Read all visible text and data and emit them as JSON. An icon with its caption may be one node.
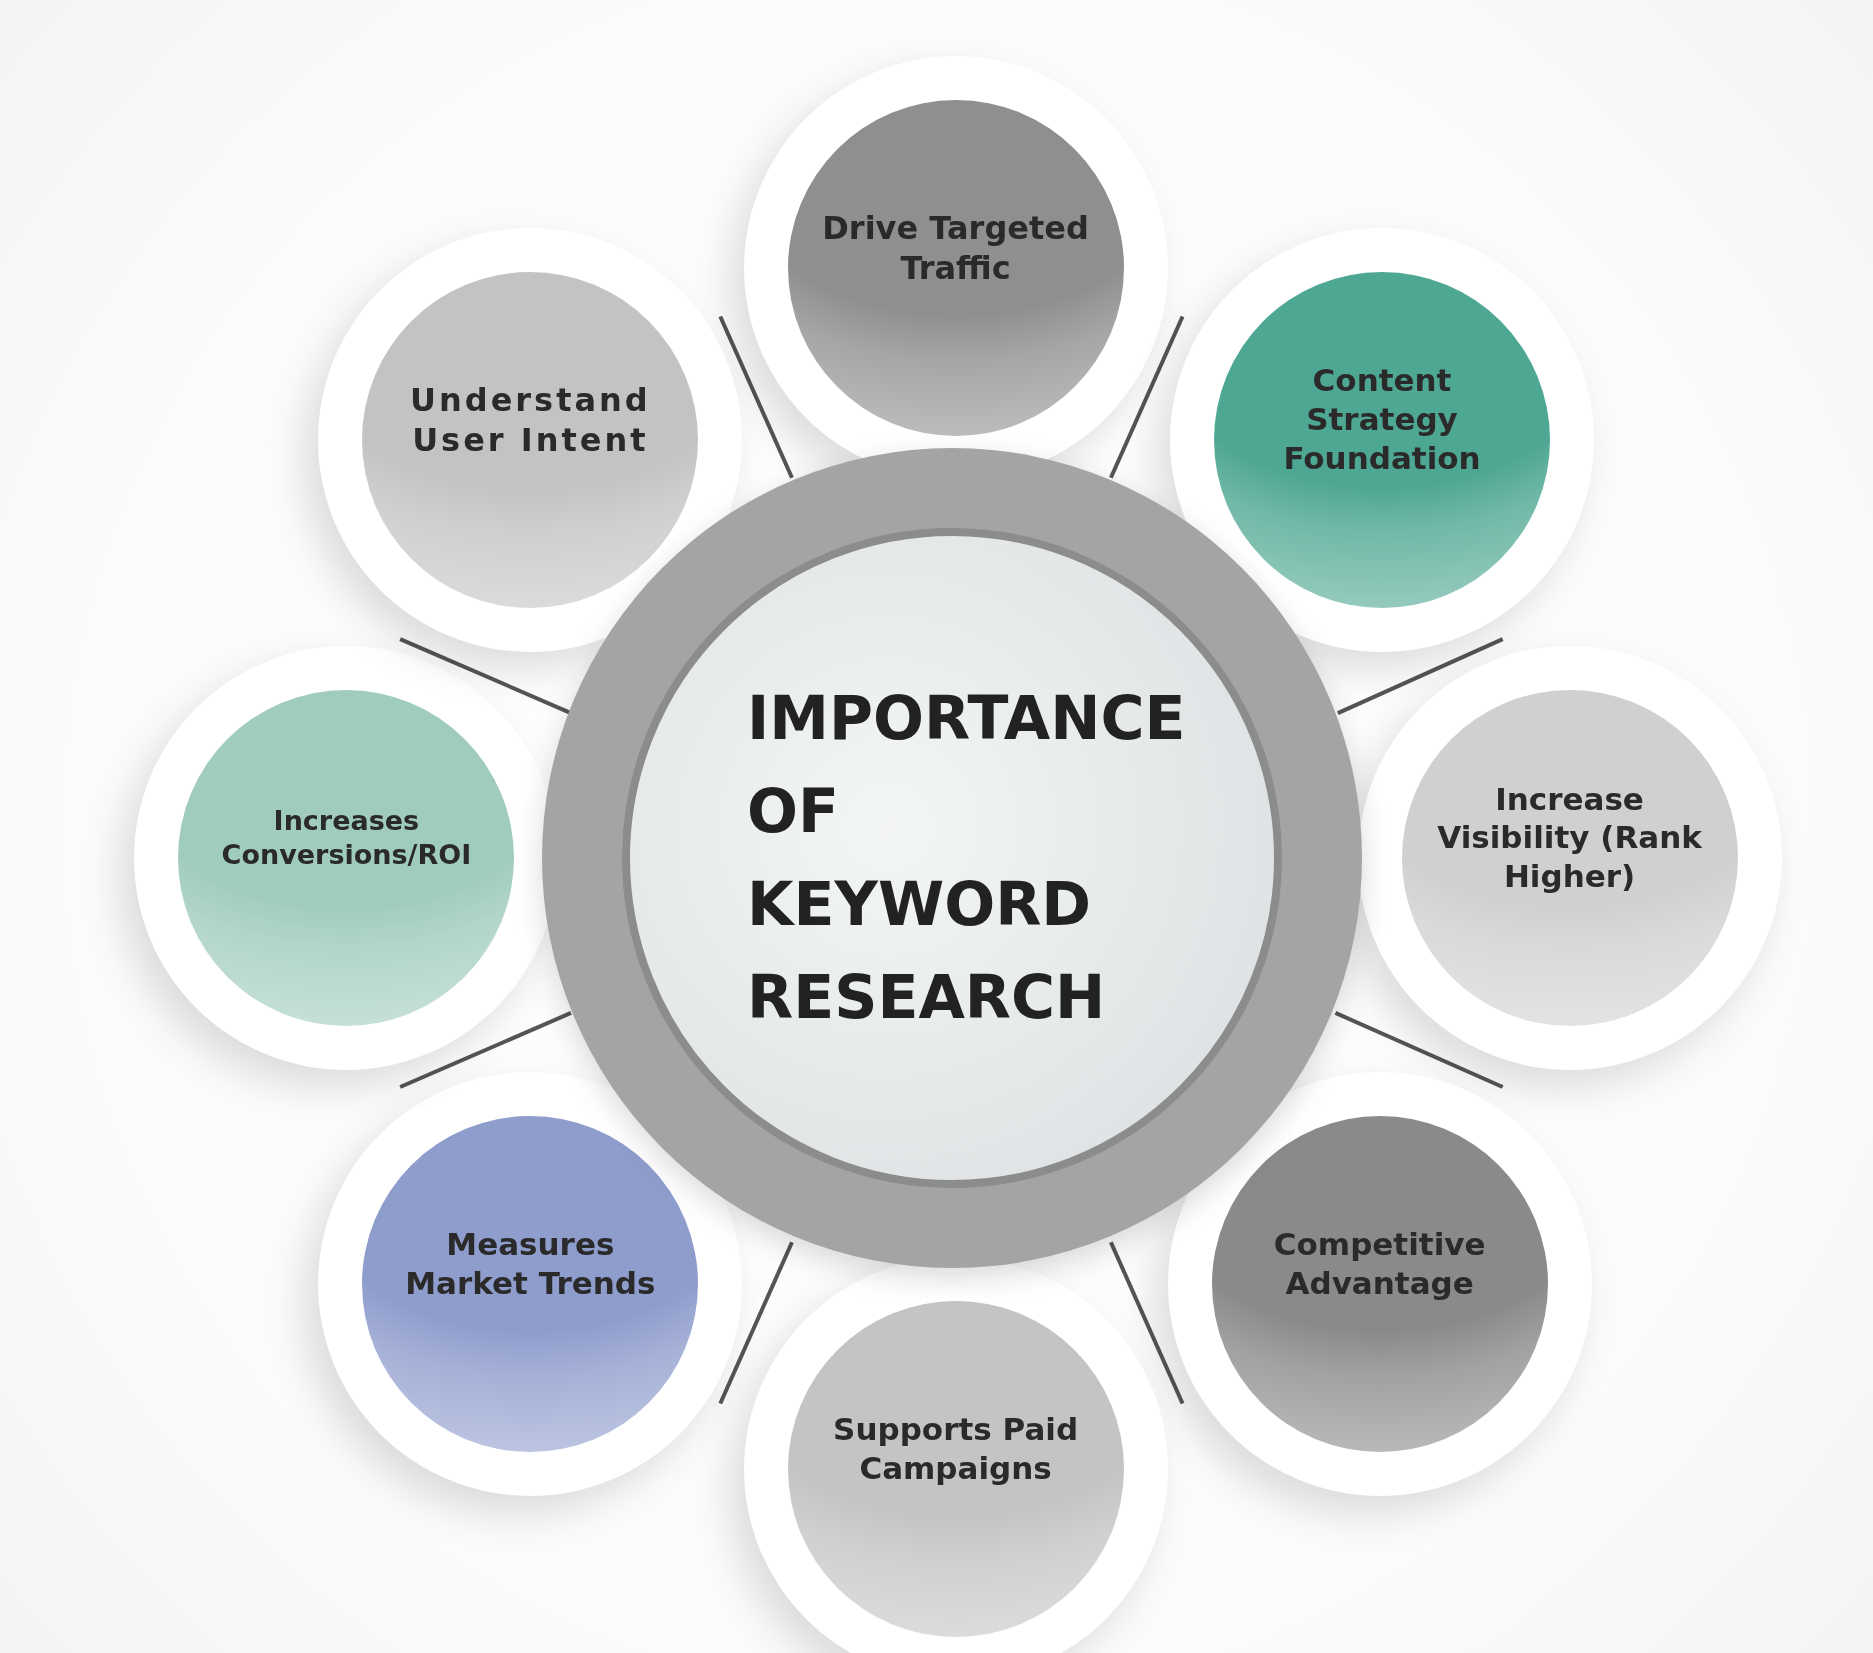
{
  "diagram": {
    "nodes": [
      {
        "text": [
          "IMPORTANCE OF KEYWORD RESEARCH"
        ]
      },
      {
        "text": [
          "Drive Targeted Traffic"
        ]
      },
      {
        "text": [
          "Content Strategy Foundation"
        ]
      },
      {
        "text": [
          "Increase Visibility (Rank Higher)"
        ]
      },
      {
        "text": [
          "Competitive Advantage"
        ]
      },
      {
        "text": [
          "Supports Paid Campaigns"
        ]
      },
      {
        "text": [
          "Measures Market Trends"
        ]
      },
      {
        "text": [
          "Increases Conversions/ROI"
        ]
      },
      {
        "text": [
          "Understand User Intent"
        ]
      }
    ]
  }
}
